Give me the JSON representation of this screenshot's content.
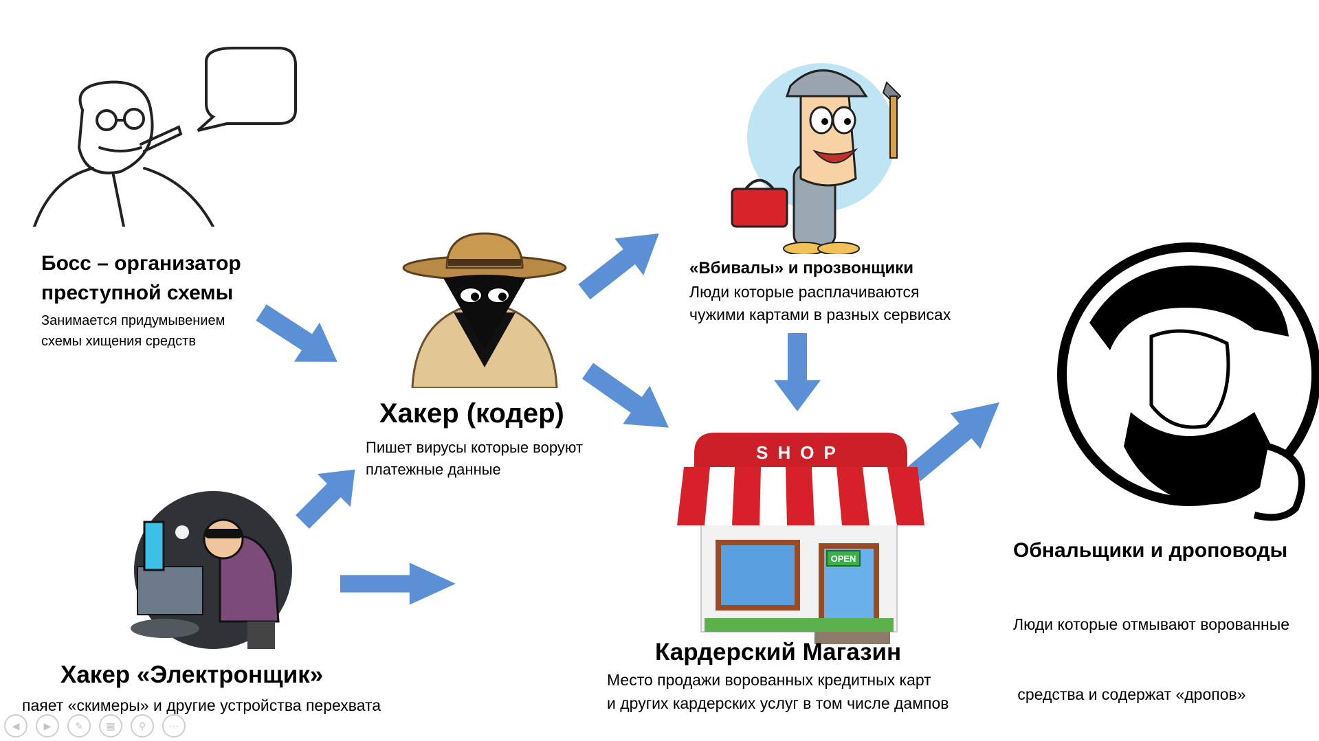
{
  "boss": {
    "title_line1": "Босс – организатор",
    "title_line2": "преступной схемы",
    "desc_line1": "Занимается придумывением",
    "desc_line2": "схемы хищения средств"
  },
  "coder": {
    "title": "Хакер (кодер)",
    "desc_line1": "Пишет вирусы которые воруют",
    "desc_line2": "платежные данные"
  },
  "vbivaly": {
    "title": "«Вбивалы» и прозвонщики",
    "desc_line1": "Люди которые расплачиваются",
    "desc_line2": "чужими картами в разных сервисах"
  },
  "electronics": {
    "title": "Хакер «Электронщик»",
    "desc": "паяет «скимеры» и другие устройства перехвата"
  },
  "shop": {
    "title": "Кардерский Магазин",
    "desc_line1": "Место продажи ворованных кредитных карт",
    "desc_line2": "и других кардерских услуг в том числе дампов",
    "sign": "SHOP",
    "open_sign": "OPEN"
  },
  "cashers": {
    "title": "Обнальщики и дроповоды",
    "desc_line1": "Люди которые отмывают ворованные",
    "desc_line2": " средства и содержат «дропов»"
  },
  "colors": {
    "arrow": "#5b8fd6",
    "awning_red": "#d8202a",
    "text": "#000000"
  },
  "nav_icons": [
    "prev-icon",
    "next-icon",
    "pen-icon",
    "slides-icon",
    "zoom-icon",
    "more-icon"
  ]
}
